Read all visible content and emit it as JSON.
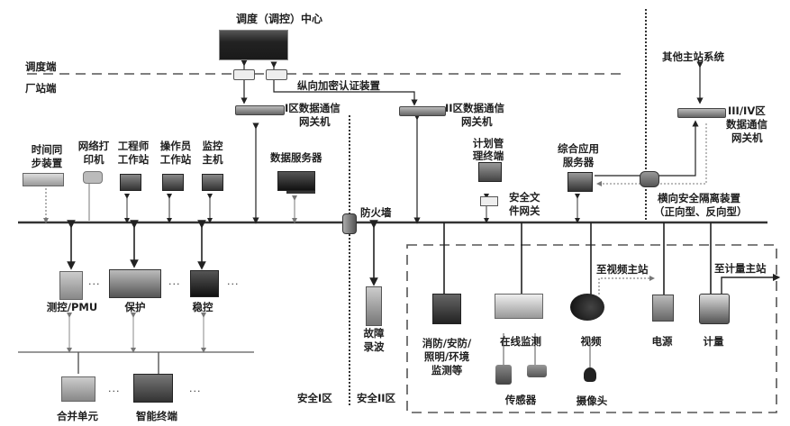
{
  "title": "调度（调控）中心",
  "boundaries": {
    "dispatch_side": "调度端",
    "station_side": "厂站端",
    "zone_1": "安全I区",
    "zone_2": "安全II区"
  },
  "devices": {
    "encryption": "纵向加密认证装置",
    "gw1_line1": "I区数据通信",
    "gw1_line2": "网关机",
    "gw2_line1": "II区数据通信",
    "gw2_line2": "网关机",
    "gw3_line1": "III/IV区",
    "gw3_line2": "数据通信",
    "gw3_line3": "网关机",
    "other_master": "其他主站系统",
    "time_sync_1": "时间同",
    "time_sync_2": "步装置",
    "printer_1": "网络打",
    "printer_2": "印机",
    "eng_ws_1": "工程师",
    "eng_ws_2": "工作站",
    "op_ws_1": "操作员",
    "op_ws_2": "工作站",
    "monitor_1": "监控",
    "monitor_2": "主机",
    "data_server": "数据服务器",
    "firewall": "防火墙",
    "plan_term_1": "计划管",
    "plan_term_2": "理终端",
    "file_gw_1": "安全文",
    "file_gw_2": "件网关",
    "app_server_1": "综合应用",
    "app_server_2": "服务器",
    "isolation_1": "横向安全隔离装置",
    "isolation_2": "（正向型、反向型）",
    "measure_pmu": "测控/PMU",
    "protection": "保护",
    "stability": "稳控",
    "merging_unit": "合并单元",
    "smart_terminal": "智能终端",
    "fault_rec_1": "故障",
    "fault_rec_2": "录波",
    "fire_1": "消防/安防/",
    "fire_2": "照明/环境",
    "fire_3": "监测等",
    "online_mon": "在线监测",
    "sensor": "传感器",
    "video": "视频",
    "camera": "摄像头",
    "power": "电源",
    "metering": "计量",
    "to_video_master": "至视频主站",
    "to_meter_master": "至计量主站",
    "ellipsis": "···"
  }
}
